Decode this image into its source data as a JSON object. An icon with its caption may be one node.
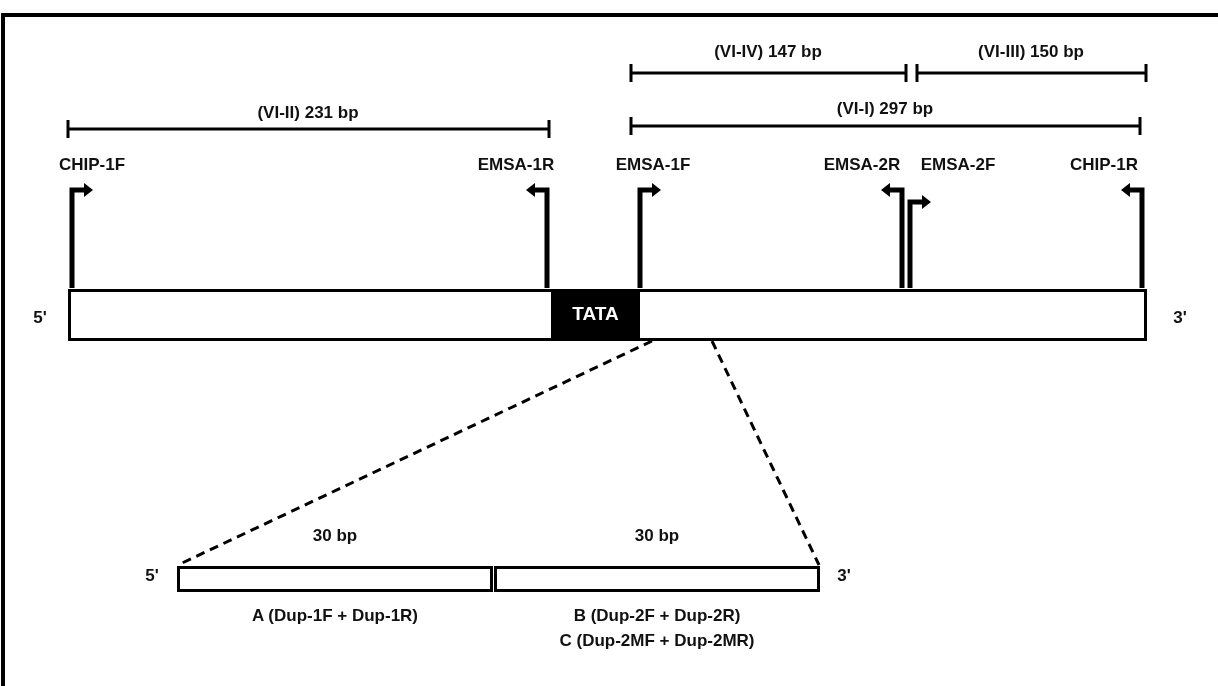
{
  "diagram": {
    "nodes": [
      {
        "text": [],
        "shape": "bar"
      },
      {
        "text": [
          "TATA"
        ],
        "in": 0
      },
      {
        "text": [
          "30 bp"
        ],
        "beside": [
          "A (Dup-1F + Dup-1R)"
        ]
      },
      {
        "text": [
          "30 bp"
        ],
        "beside": [
          "B (Dup-2F + Dup-2R)",
          "C (Dup-2MF + Dup-2MR)"
        ]
      }
    ],
    "edges": [
      {
        "from": 0,
        "to": 2,
        "arrow": "none",
        "style": "dashed"
      },
      {
        "from": 0,
        "to": 3,
        "arrow": "none",
        "style": "dashed"
      }
    ],
    "labels": [
      "(VI-IV) 147 bp",
      "(VI-III) 150 bp",
      "(VI-II) 231 bp",
      "(VI-I) 297 bp",
      "CHIP-1F",
      "EMSA-1R",
      "EMSA-1F",
      "EMSA-2R",
      "EMSA-2F",
      "CHIP-1R",
      "5'",
      "3'",
      "5'",
      "3'"
    ]
  }
}
